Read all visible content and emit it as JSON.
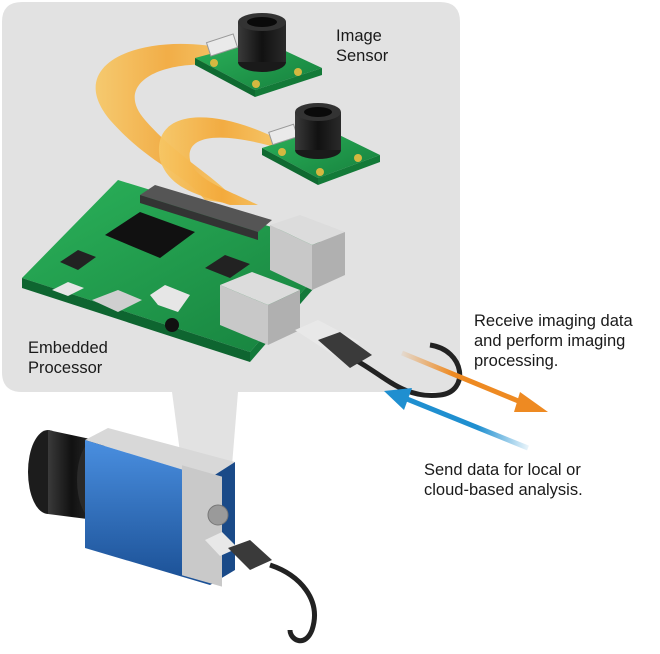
{
  "labels": {
    "image_sensor": [
      "Image",
      "Sensor"
    ],
    "embedded_processor": [
      "Embedded",
      "Processor"
    ],
    "receive": [
      "Receive imaging data",
      "and perform imaging",
      "processing."
    ],
    "send": [
      "Send data for local or",
      "cloud-based analysis."
    ]
  },
  "colors": {
    "panel": "#e2e2e2",
    "arrow_out": "#ee8a22",
    "arrow_in": "#1f8fd0",
    "pcb": "#1f9a4b",
    "camera_body": "#2a6fbf",
    "ribbon_cable": "#f4b64a"
  }
}
